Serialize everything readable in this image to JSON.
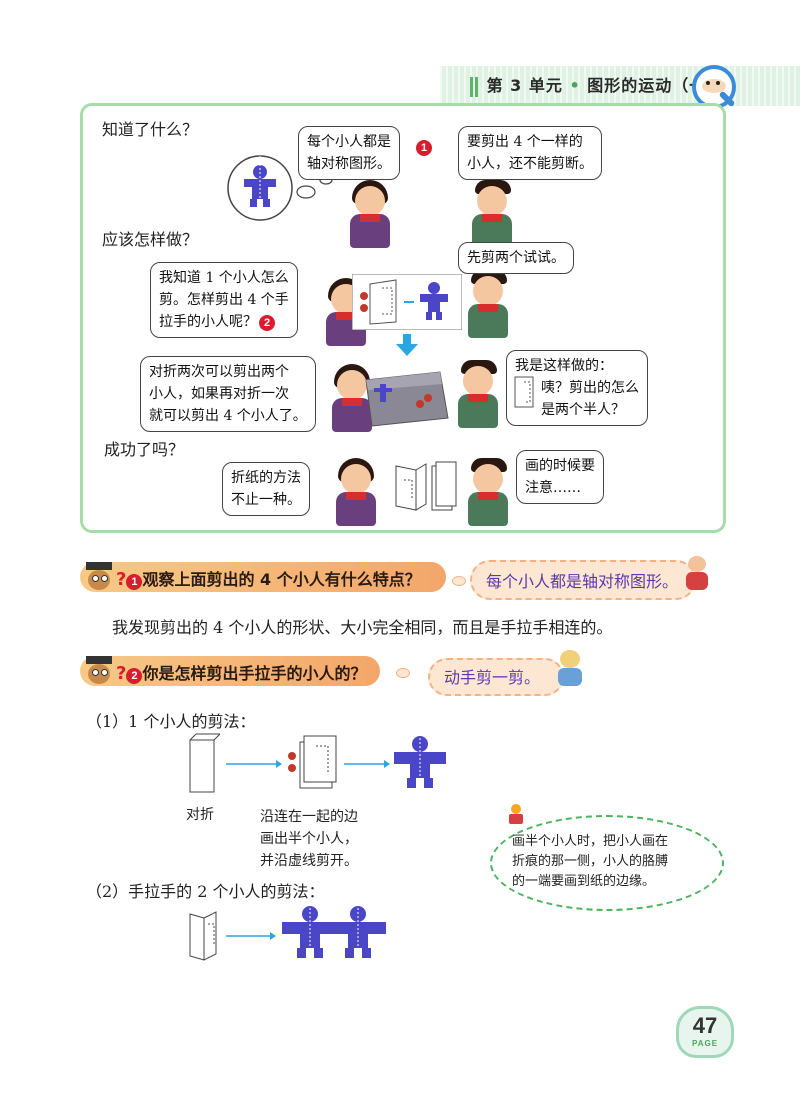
{
  "header": {
    "unit": "第 3 单元",
    "title": "图形的运动（一）"
  },
  "panel": {
    "q1": "知道了什么？",
    "q2": "应该怎样做？",
    "q3": "成功了吗？",
    "bubble_girl_1": [
      "每个小人都是",
      "轴对称图形。"
    ],
    "bubble_boy_1": [
      "要剪出 4 个一样的",
      "小人，还不能剪断。"
    ],
    "bubble_girl_2": [
      "我知道 1 个小人怎么",
      "剪。怎样剪出 4 个手",
      "拉手的小人呢？"
    ],
    "bubble_boy_2": "先剪两个试试。",
    "bubble_girl_3": [
      "对折两次可以剪出两个",
      "小人，如果再对折一次",
      "就可以剪出 4 个小人了。"
    ],
    "bubble_boy_3": [
      "我是这样做的：",
      "咦？剪出的怎么",
      "是两个半人？"
    ],
    "bubble_girl_4": [
      "折纸的方法",
      "不止一种。"
    ],
    "bubble_boy_4": [
      "画的时候要",
      "注意……"
    ],
    "badge1": "1",
    "badge2": "2"
  },
  "section1": {
    "badge": "1",
    "question": "观察上面剪出的 4 个小人有什么特点？",
    "answer": "每个小人都是轴对称图形。",
    "text": "我发现剪出的 4 个小人的形状、大小完全相同，而且是手拉手相连的。"
  },
  "section2": {
    "badge": "2",
    "question": "你是怎样剪出手拉手的小人的？",
    "answer": "动手剪一剪。",
    "step1": "（1）1 个小人的剪法：",
    "label_fold": "对折",
    "label_cut": [
      "沿连在一起的边",
      "画出半个小人，",
      "并沿虚线剪开。"
    ],
    "step2": "（2）手拉手的 2 个小人的剪法：",
    "tip": [
      "画半个小人时，把小人画在",
      "折痕的那一侧，小人的胳膊",
      "的一端要画到纸的边缘。"
    ]
  },
  "page": {
    "number": "47",
    "label": "PAGE"
  },
  "colors": {
    "panel_border": "#a7dba8",
    "figure_blue": "#4b46c8",
    "badge_red": "#d81e2d",
    "arrow_blue": "#2aa6e0",
    "answer_purple": "#5a3aa8"
  }
}
